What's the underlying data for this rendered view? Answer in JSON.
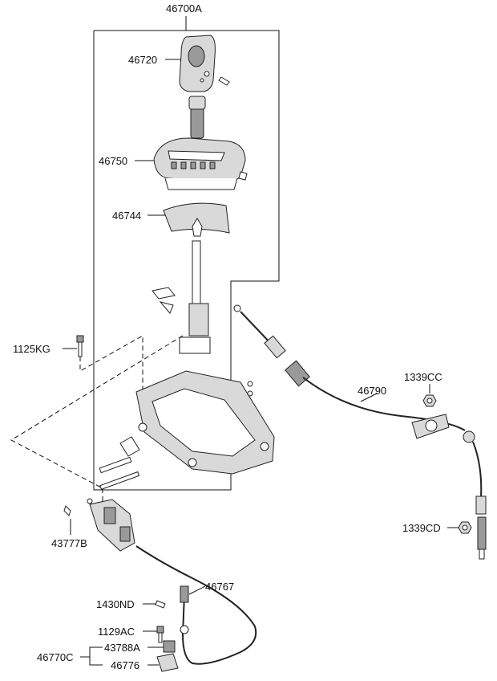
{
  "labels": {
    "assembly": "46700A",
    "knob": "46720",
    "indicator": "46750",
    "boot": "46744",
    "bolt_left": "1125KG",
    "cable": "46790",
    "nut_upper": "1339CC",
    "nut_lower": "1339CD",
    "pin": "43777B",
    "key_cable": "46767",
    "clip": "1430ND",
    "screw": "1129AC",
    "solenoid": "43788A",
    "lock_assy": "46770C",
    "bracket": "46776"
  }
}
